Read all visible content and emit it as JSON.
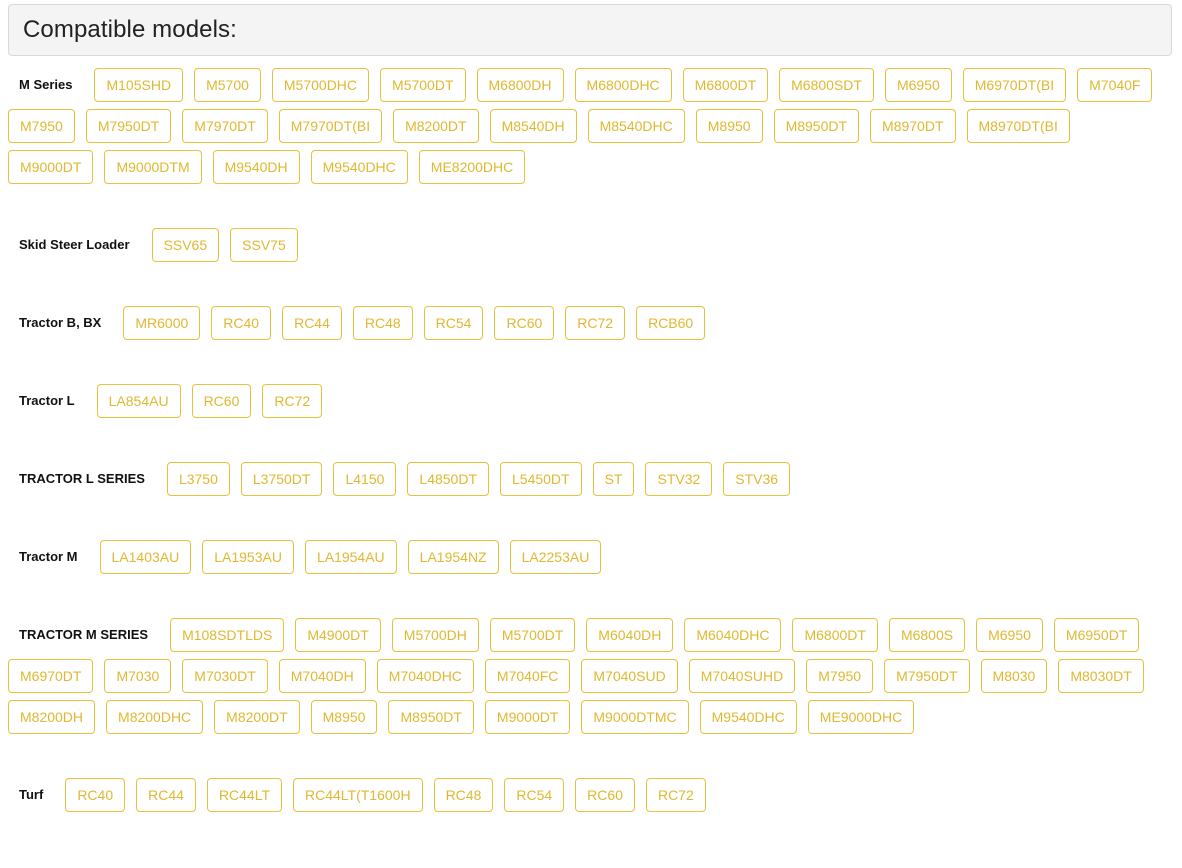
{
  "header": {
    "title": "Compatible models:"
  },
  "groups": [
    {
      "label": "M Series",
      "models": [
        "M105SHD",
        "M5700",
        "M5700DHC",
        "M5700DT",
        "M6800DH",
        "M6800DHC",
        "M6800DT",
        "M6800SDT",
        "M6950",
        "M6970DT(BI",
        "M7040F",
        "M7950",
        "M7950DT",
        "M7970DT",
        "M7970DT(BI",
        "M8200DT",
        "M8540DH",
        "M8540DHC",
        "M8950",
        "M8950DT",
        "M8970DT",
        "M8970DT(BI",
        "M9000DT",
        "M9000DTM",
        "M9540DH",
        "M9540DHC",
        "ME8200DHC"
      ]
    },
    {
      "label": "Skid Steer Loader",
      "models": [
        "SSV65",
        "SSV75"
      ]
    },
    {
      "label": "Tractor B, BX",
      "models": [
        "MR6000",
        "RC40",
        "RC44",
        "RC48",
        "RC54",
        "RC60",
        "RC72",
        "RCB60"
      ]
    },
    {
      "label": "Tractor L",
      "models": [
        "LA854AU",
        "RC60",
        "RC72"
      ]
    },
    {
      "label": "TRACTOR L SERIES",
      "models": [
        "L3750",
        "L3750DT",
        "L4150",
        "L4850DT",
        "L5450DT",
        "ST",
        "STV32",
        "STV36"
      ]
    },
    {
      "label": "Tractor M",
      "models": [
        "LA1403AU",
        "LA1953AU",
        "LA1954AU",
        "LA1954NZ",
        "LA2253AU"
      ]
    },
    {
      "label": "TRACTOR M SERIES",
      "models": [
        "M108SDTLDS",
        "M4900DT",
        "M5700DH",
        "M5700DT",
        "M6040DH",
        "M6040DHC",
        "M6800DT",
        "M6800S",
        "M6950",
        "M6950DT",
        "M6970DT",
        "M7030",
        "M7030DT",
        "M7040DH",
        "M7040DHC",
        "M7040FC",
        "M7040SUD",
        "M7040SUHD",
        "M7950",
        "M7950DT",
        "M8030",
        "M8030DT",
        "M8200DH",
        "M8200DHC",
        "M8200DT",
        "M8950",
        "M8950DT",
        "M9000DT",
        "M9000DTMC",
        "M9540DHC",
        "ME9000DHC"
      ]
    },
    {
      "label": "Turf",
      "models": [
        "RC40",
        "RC44",
        "RC44LT",
        "RC44LT(T1600H",
        "RC48",
        "RC54",
        "RC60",
        "RC72"
      ]
    }
  ],
  "colors": {
    "chip_border": "#e6c23a",
    "chip_text": "#e0b830",
    "header_bg": "#f4f4f4"
  }
}
